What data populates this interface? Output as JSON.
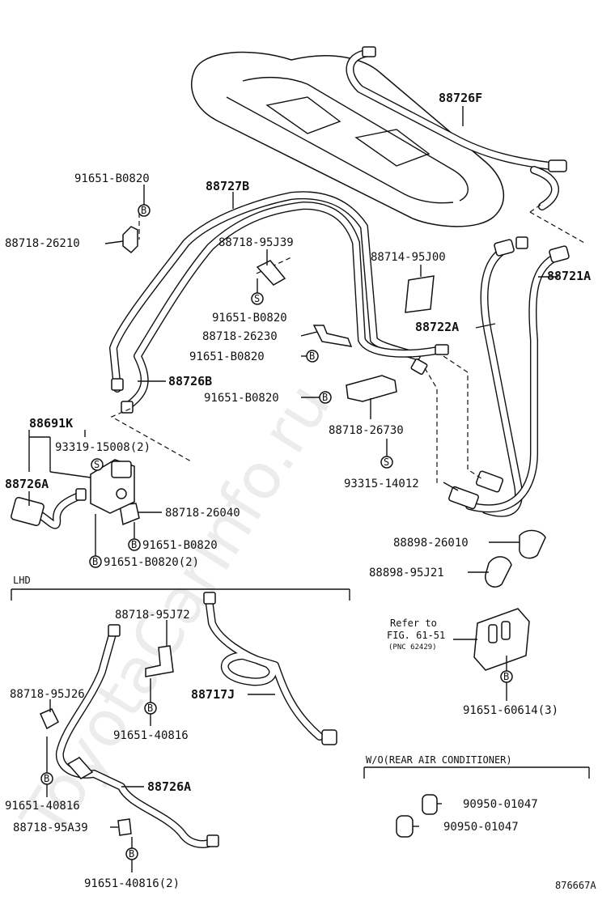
{
  "watermark": "ToyotaCarInfo.ru",
  "figure_code": "876667A",
  "symbols": {
    "bolt": "B",
    "screw": "S"
  },
  "parts": {
    "p88726F": "88726F",
    "p88727B": "88727B",
    "p91651_top": "91651-B0820",
    "p88718_26210": "88718-26210",
    "p88718_95J39": "88718-95J39",
    "p88714_95J00": "88714-95J00",
    "p88721A": "88721A",
    "p88722A": "88722A",
    "p91651_a": "91651-B0820",
    "p88718_26230": "88718-26230",
    "p91651_b": "91651-B0820",
    "p88726B": "88726B",
    "p91651_c": "91651-B0820",
    "p88691K": "88691K",
    "p93319": "93319-15008(2)",
    "p88718_26730": "88718-26730",
    "p88726A_top": "88726A",
    "p93315": "93315-14012",
    "p88718_26040": "88718-26040",
    "p91651_d": "91651-B0820",
    "p91651_e": "91651-B0820(2)",
    "p88898_26010": "88898-26010",
    "p88898_95J21": "88898-95J21",
    "p88718_95J72": "88718-95J72",
    "p88718_95J26": "88718-95J26",
    "p88717J": "88717J",
    "p91651_40816_a": "91651-40816",
    "p88726A_bottom": "88726A",
    "p91651_40816_b": "91651-40816",
    "p88718_95A39": "88718-95A39",
    "p91651_40816_c": "91651-40816(2)",
    "p91651_60614": "91651-60614(3)",
    "p90950_a": "90950-01047",
    "p90950_b": "90950-01047"
  },
  "sections": {
    "lhd": "LHD",
    "wo_rear_ac": "W/O(REAR AIR CONDITIONER)"
  },
  "reference": {
    "line1": "Refer to",
    "line2": "FIG. 61-51",
    "line3": "(PNC 62429)"
  }
}
